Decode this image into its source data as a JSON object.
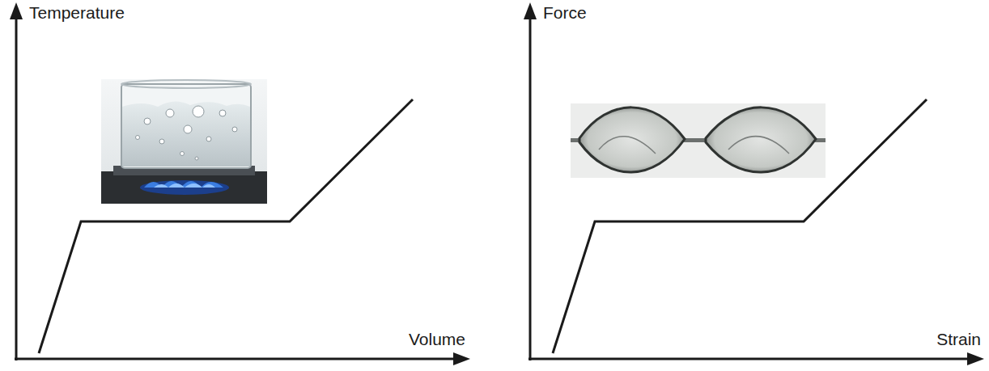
{
  "diagram": {
    "labels": [
      "Temperature",
      "Volume",
      "Force",
      "Strain"
    ]
  }
}
